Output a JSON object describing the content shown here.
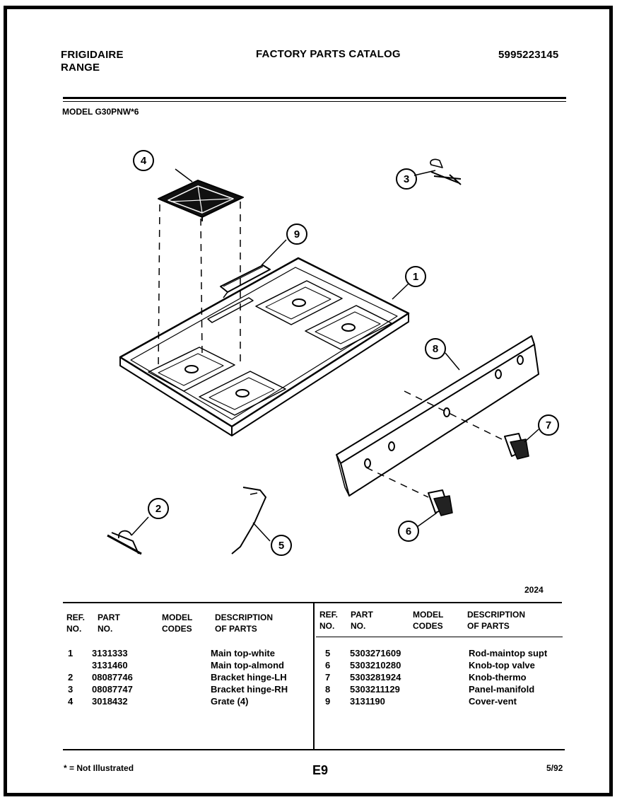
{
  "header": {
    "brand": "FRIGIDAIRE",
    "product": "RANGE",
    "title": "FACTORY PARTS CATALOG",
    "catalog_number": "5995223145",
    "model": "MODEL G30PNW*6"
  },
  "diagram": {
    "callouts": [
      "1",
      "2",
      "3",
      "4",
      "5",
      "6",
      "7",
      "8",
      "9"
    ],
    "figure_code": "2024"
  },
  "table": {
    "left_headers": {
      "ref": "REF.\nNO.",
      "part": "PART\nNO.",
      "model": "MODEL\nCODES",
      "desc": "DESCRIPTION\nOF PARTS"
    },
    "right_headers": {
      "ref": "REF.\nNO.",
      "part": "PART\nNO.",
      "model": "MODEL\nCODES",
      "desc": "DESCRIPTION\nOF PARTS"
    },
    "left_rows": [
      {
        "ref": "1",
        "part": "3131333",
        "desc": "Main top-white"
      },
      {
        "ref": "",
        "part": "3131460",
        "desc": "Main top-almond"
      },
      {
        "ref": "2",
        "part": "08087746",
        "desc": "Bracket hinge-LH"
      },
      {
        "ref": "3",
        "part": "08087747",
        "desc": "Bracket hinge-RH"
      },
      {
        "ref": "4",
        "part": "3018432",
        "desc": "Grate (4)"
      }
    ],
    "right_rows": [
      {
        "ref": "5",
        "part": "5303271609",
        "desc": "Rod-maintop supt"
      },
      {
        "ref": "6",
        "part": "5303210280",
        "desc": "Knob-top valve"
      },
      {
        "ref": "7",
        "part": "5303281924",
        "desc": "Knob-thermo"
      },
      {
        "ref": "8",
        "part": "5303211129",
        "desc": "Panel-manifold"
      },
      {
        "ref": "9",
        "part": "3131190",
        "desc": "Cover-vent"
      }
    ]
  },
  "footer": {
    "note": "* = Not Illustrated",
    "page": "E9",
    "date": "5/92"
  }
}
